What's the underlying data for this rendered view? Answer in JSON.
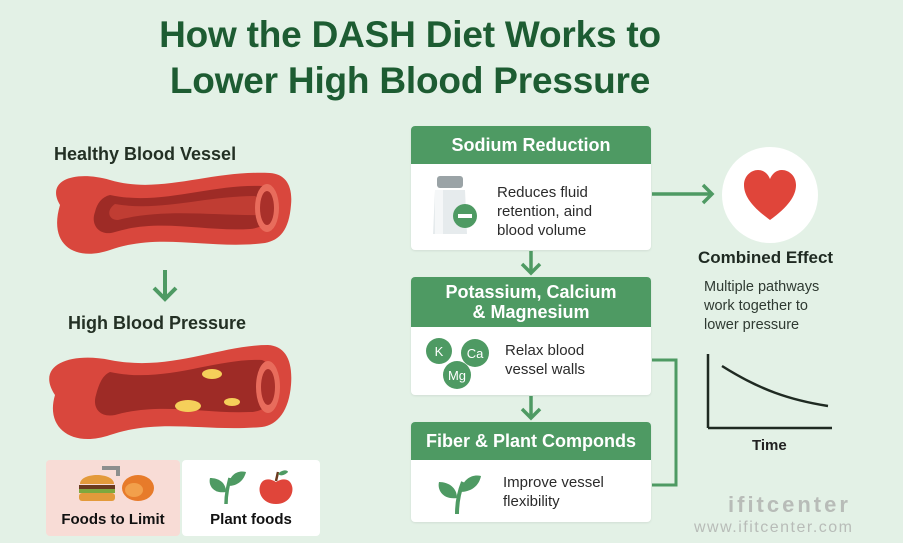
{
  "title_line1": "How the DASH Diet Works to",
  "title_line2": "Lower High Blood Pressure",
  "left": {
    "healthy_label": "Healthy Blood Vessel",
    "high_label": "High Blood Pressure",
    "foods_limit": "Foods to Limit",
    "plant_foods": "Plant foods"
  },
  "cards": {
    "sodium": {
      "title": "Sodium Reduction",
      "text_lines": [
        "Reduces fluid",
        "retention, aind",
        "blood volume"
      ]
    },
    "minerals": {
      "title_line1": "Potassium, Calcium",
      "title_line2": "& Magnesium",
      "text_lines": [
        "Relax blood",
        "vessel walls"
      ],
      "badges": [
        "K",
        "Ca",
        "Mg"
      ]
    },
    "fiber": {
      "title": "Fiber & Plant Componds",
      "text_lines": [
        "Improve vessel",
        "flexibility"
      ]
    }
  },
  "combined": {
    "title": "Combined Effect",
    "text_lines": [
      "Multiple pathways",
      "work together to",
      "lower pressure"
    ],
    "x_label": "Time"
  },
  "watermark": {
    "brand": "ifitcenter",
    "url": "www.ifitcenter.com"
  },
  "colors": {
    "background": "#e3f1e6",
    "title": "#1d5c32",
    "card_header": "#4e9a63",
    "arrow": "#4e9a63",
    "heart": "#e0453a",
    "vessel": "#d9473d"
  },
  "icons": [
    "salt-shaker-icon",
    "minus-icon",
    "leaf-sprout-icon",
    "heart-icon",
    "burger-icon",
    "chicken-leg-icon",
    "apple-icon",
    "arrow-down-icon",
    "arrow-right-icon"
  ]
}
